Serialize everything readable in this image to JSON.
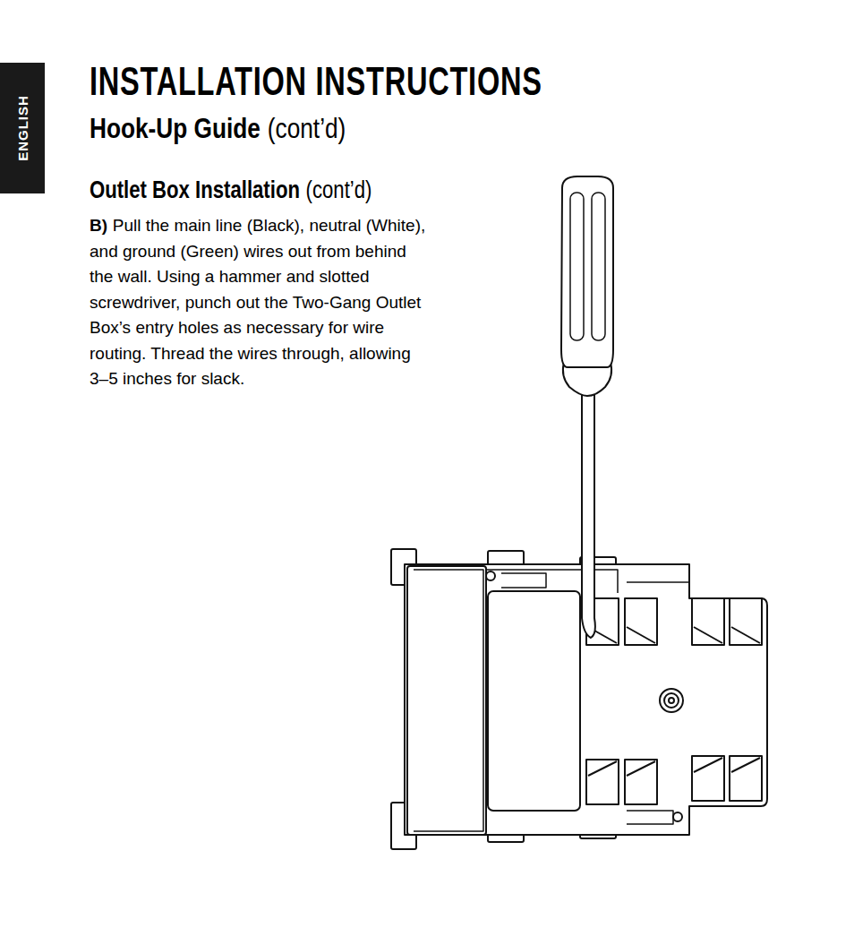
{
  "diagram": {
    "title": "INSTALLATION INSTRUCTIONS",
    "nodes": [
      {
        "text": [
          "ENGLISH"
        ]
      }
    ],
    "labels": [
      "Hook-Up Guide",
      "(cont’d)",
      "Outlet Box Installation",
      "(cont’d)",
      "B)",
      "Pull the main line (Black), neutral (White), and ground (Green) wires out from behind the wall. Using a hammer and slotted screwdriver, punch out the Two-Gang Outlet Box’s entry holes as necessary for wire routing. Thread the wires through, allowing 3–5 inches for slack."
    ]
  }
}
